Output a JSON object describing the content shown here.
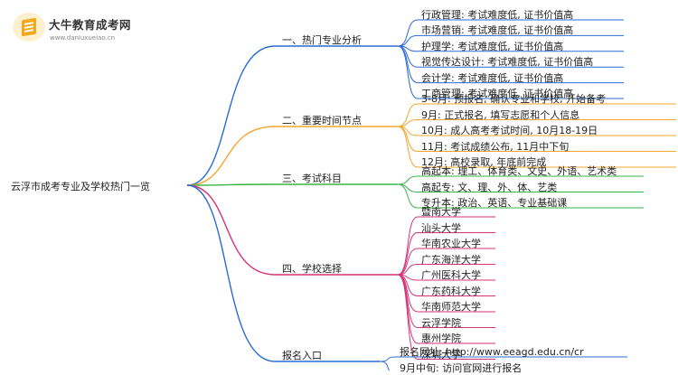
{
  "logo": {
    "name": "大牛教育成考网",
    "url": "www.daniuxueiao.cn"
  },
  "root": "云浮市成考专业及学校热门一览",
  "colors": {
    "hot_majors": "#2a6bd6",
    "timeline": "#f2a72e",
    "subjects": "#38b54a",
    "schools": "#d6337a",
    "entry": "#2a6bd6"
  },
  "branches": [
    {
      "label": "一、热门专业分析",
      "color_key": "hot_majors",
      "items": [
        "行政管理: 考试难度低, 证书价值高",
        "市场营销: 考试难度低, 证书价值高",
        "护理学: 考试难度低, 证书价值高",
        "视觉传达设计: 考试难度低, 证书价值高",
        "会计学: 考试难度低, 证书价值高",
        "工商管理: 考试难度低, 证书价值高"
      ]
    },
    {
      "label": "二、重要时间节点",
      "color_key": "timeline",
      "items": [
        "3-8月: 预报名, 确认专业和学校, 开始备考",
        "9月: 正式报名, 填写志愿和个人信息",
        "10月: 成人高考考试时间, 10月18-19日",
        "11月: 考试成绩公布, 11月中下旬",
        "12月: 高校录取, 年底前完成"
      ]
    },
    {
      "label": "三、考试科目",
      "color_key": "subjects",
      "items": [
        "高起本: 理工、体育类、文史、外语、艺术类",
        "高起专: 文、理、外、体、艺类",
        "专升本: 政治、英语、专业基础课"
      ]
    },
    {
      "label": "四、学校选择",
      "color_key": "schools",
      "items": [
        "暨南大学",
        "汕头大学",
        "华南农业大学",
        "广东海洋大学",
        "广州医科大学",
        "广东药科大学",
        "华南师范大学",
        "云浮学院",
        "惠州学院",
        "深圳大学"
      ]
    },
    {
      "label": "报名入口",
      "color_key": "entry",
      "items": [
        "报名网址: http://www.eeagd.edu.cn/cr",
        "9月中旬: 访问官网进行报名"
      ]
    }
  ]
}
